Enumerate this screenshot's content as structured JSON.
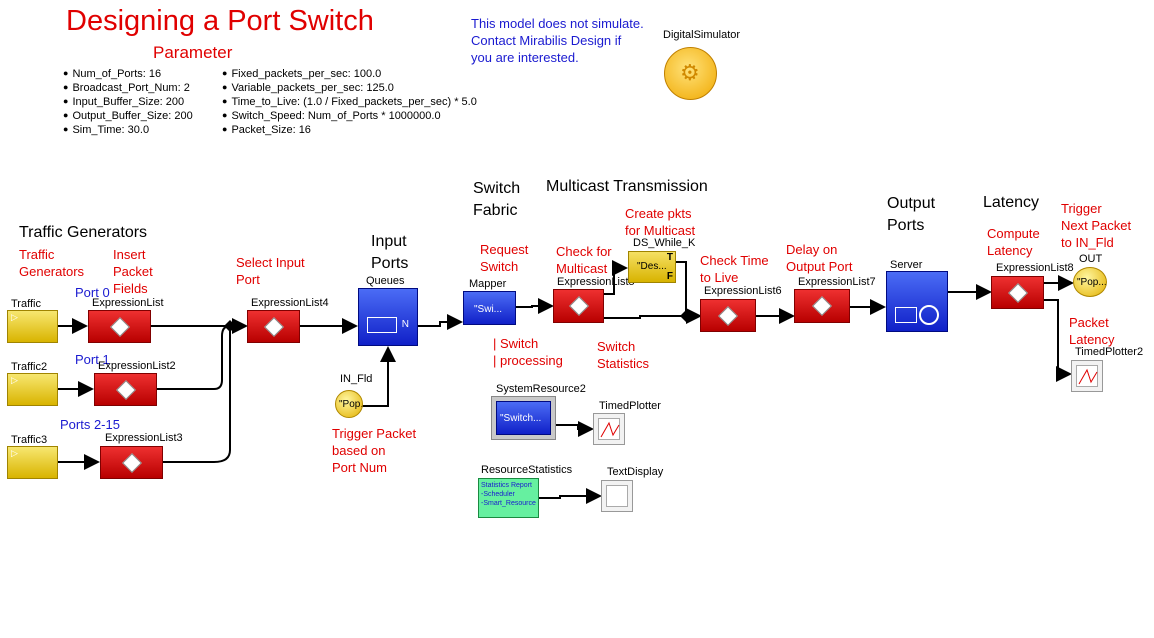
{
  "title": "Designing a Port Switch",
  "parameter_heading": "Parameter",
  "parameters_left": [
    "Num_of_Ports: 16",
    "Broadcast_Port_Num: 2",
    "Input_Buffer_Size: 200",
    "Output_Buffer_Size: 200",
    "Sim_Time: 30.0"
  ],
  "parameters_right": [
    "Fixed_packets_per_sec: 100.0",
    "Variable_packets_per_sec: 125.0",
    "Time_to_Live: (1.0 / Fixed_packets_per_sec) * 5.0",
    "Switch_Speed: Num_of_Ports * 1000000.0",
    "Packet_Size: 16"
  ],
  "notice": [
    "This model does not simulate.",
    "Contact Mirabilis Design if",
    "you are interested."
  ],
  "simulator": {
    "label": "DigitalSimulator",
    "icon": "gears-icon"
  },
  "sections": {
    "traffic_generators": "Traffic Generators",
    "input_ports": [
      "Input",
      "Ports"
    ],
    "switch_fabric": [
      "Switch",
      "Fabric"
    ],
    "multicast": "Multicast Transmission",
    "output_ports": [
      "Output",
      "Ports"
    ],
    "latency": "Latency"
  },
  "annotations": {
    "traffic_generators": [
      "Traffic",
      "Generators"
    ],
    "insert_fields": [
      "Insert",
      "Packet",
      "Fields"
    ],
    "select_input": [
      "Select Input",
      "Port"
    ],
    "request_switch": [
      "Request",
      "Switch"
    ],
    "switch_processing": [
      "| Switch",
      "| processing"
    ],
    "check_multicast": [
      "Check for",
      "Multicast"
    ],
    "create_pkts": [
      "Create pkts",
      "for Multicast"
    ],
    "switch_statistics": [
      "Switch",
      "Statistics"
    ],
    "check_ttl": [
      "Check Time",
      "to Live"
    ],
    "delay_output": [
      "Delay on",
      "Output Port"
    ],
    "compute_latency": [
      "Compute",
      "Latency"
    ],
    "trigger_next": [
      "Trigger",
      "Next Packet",
      "to IN_Fld"
    ],
    "packet_latency": [
      "Packet",
      "Latency"
    ],
    "trigger_packet": [
      "Trigger Packet",
      "based on",
      "Port Num"
    ]
  },
  "ports": {
    "port0": "Port 0",
    "port1": "Port 1",
    "ports2_15": "Ports 2-15"
  },
  "blocks": {
    "traffic": "Traffic",
    "traffic2": "Traffic2",
    "traffic3": "Traffic3",
    "expr": "ExpressionList",
    "expr2": "ExpressionList2",
    "expr3": "ExpressionList3",
    "expr4": "ExpressionList4",
    "queues": "Queues",
    "queues_n": "N",
    "in_fld": "IN_Fld",
    "in_fld_val": "\"Pop...",
    "mapper": "Mapper",
    "mapper_val": "\"Swi...",
    "expr5": "ExpressionList5",
    "ds_while": "DS_While_K",
    "ds_while_val": "\"Des...",
    "ds_t": "T",
    "ds_f": "F",
    "expr6": "ExpressionList6",
    "expr7": "ExpressionList7",
    "server": "Server",
    "expr8": "ExpressionList8",
    "out": "OUT",
    "out_val": "\"Pop...",
    "timedplotter2": "TimedPlotter2",
    "sysres2": "SystemResource2",
    "sysres2_val": "\"Switch...",
    "timedplotter": "TimedPlotter",
    "resstats": "ResourceStatistics",
    "resstats_lines": [
      "Statistics Report",
      "-Scheduler",
      "-Smart_Resource"
    ],
    "textdisplay": "TextDisplay"
  },
  "colors": {
    "red": "#e00000",
    "blue": "#1a1ad0"
  }
}
